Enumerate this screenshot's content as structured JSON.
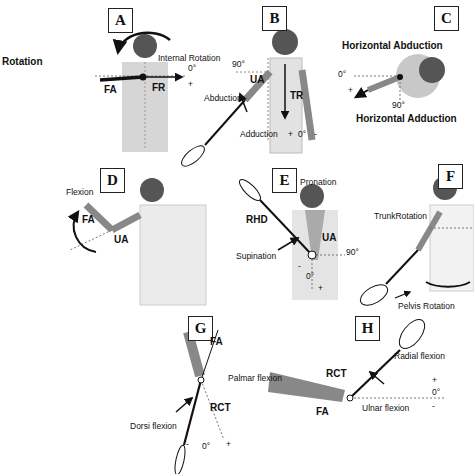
{
  "diagram": {
    "nodes": [
      {
        "text": [
          "A"
        ]
      },
      {
        "text": [
          "B"
        ]
      },
      {
        "text": [
          "C"
        ]
      },
      {
        "text": [
          "D"
        ]
      },
      {
        "text": [
          "E"
        ]
      },
      {
        "text": [
          "F"
        ]
      },
      {
        "text": [
          "G"
        ]
      },
      {
        "text": [
          "H"
        ]
      }
    ],
    "labels": [
      "Rotation",
      "Internal Rotation",
      "FA",
      "FR",
      "0°",
      "+",
      "90°",
      "UA",
      "Abduction",
      "TR",
      "Adduction",
      "+",
      "0°",
      "-",
      "Horizontal Abduction",
      "0°",
      "+",
      "90°",
      "Horizontal Adduction",
      "Flexion",
      "FA",
      "UA",
      "Pronation",
      "RHD",
      "Supination",
      "UA",
      "90°",
      "-",
      "0°",
      "+",
      "TrunkRotation",
      "Pelvis Rotation",
      "FA",
      "RCT",
      "Palmar flexion",
      "Dorsi flexion",
      "-",
      "0°",
      "+",
      "Radial flexion",
      "RCT",
      "FA",
      "Ulnar flexion",
      "+",
      "0°",
      "-"
    ]
  }
}
